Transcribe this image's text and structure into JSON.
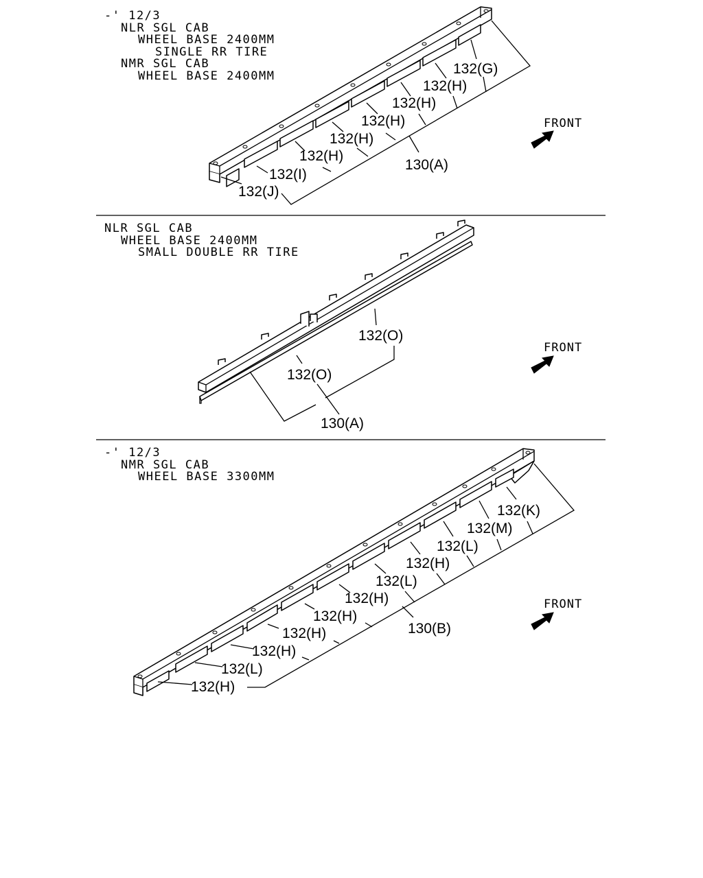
{
  "sections": [
    {
      "header": [
        "-' 12/3",
        "NLR SGL CAB",
        "WHEEL BASE 2400MM",
        "SINGLE RR TIRE",
        "NMR SGL CAB",
        "WHEEL BASE 2400MM"
      ],
      "front_label": "FRONT",
      "callouts": [
        "132(G)",
        "132(H)",
        "132(H)",
        "132(H)",
        "132(H)",
        "132(H)",
        "132(I)",
        "132(J)",
        "130(A)"
      ]
    },
    {
      "header": [
        "NLR SGL CAB",
        "WHEEL BASE 2400MM",
        "SMALL DOUBLE RR TIRE"
      ],
      "front_label": "FRONT",
      "callouts": [
        "132(O)",
        "132(O)",
        "130(A)"
      ]
    },
    {
      "header": [
        "-' 12/3",
        "NMR SGL CAB",
        "WHEEL BASE 3300MM"
      ],
      "front_label": "FRONT",
      "callouts": [
        "132(K)",
        "132(M)",
        "132(L)",
        "132(H)",
        "132(L)",
        "132(H)",
        "132(H)",
        "132(H)",
        "132(H)",
        "132(L)",
        "132(H)",
        "130(B)"
      ]
    }
  ]
}
